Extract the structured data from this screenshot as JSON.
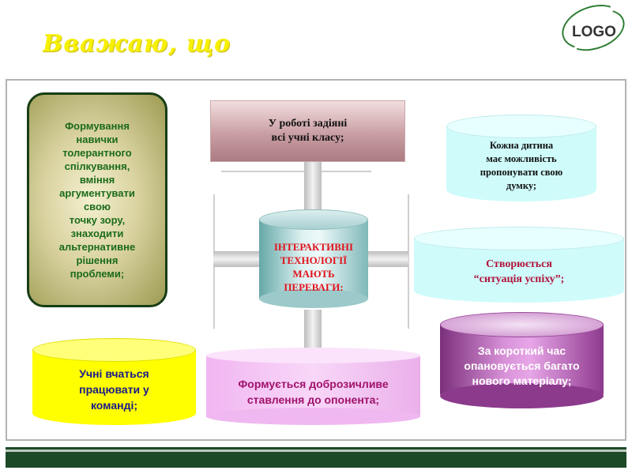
{
  "title": "Вважаю, що",
  "logo": "LOGO",
  "center": "ІНТЕРАКТИВНІ\nТЕХНОЛОГІЇ\nМАЮТЬ\nПЕРЕВАГИ:",
  "top_box": "У роботі задіяні\nвсі учні класу;",
  "left_box": "Формування\nнавички\nтолерантного\nспілкування,\nвміння\nаргументувати\nсвою\nточку зору,\nзнаходити\nальтернативне\nрішення\nпроблеми;",
  "right_top": "Кожна дитина\nмає можливість\nпропонувати свою\nдумку;",
  "right_middle": "Створюється\n“ситуація успіху”;",
  "right_bottom": "За короткий час\nопановується багато\nнового матеріалу;",
  "bottom_left": "Учні вчаться\nпрацювати у\nкоманді;",
  "bottom_center": "Формується доброзичливе\nставлення до опонента;",
  "colors": {
    "title": "#f7f000",
    "footer": "#1d4a26",
    "left_box_text": "#1b6b1b",
    "center_text": "#e0141e",
    "right_text": "#b0133a",
    "magenta_text": "#ffffff",
    "pink_text": "#a0126c",
    "yellow_text": "#1a1a8c"
  }
}
